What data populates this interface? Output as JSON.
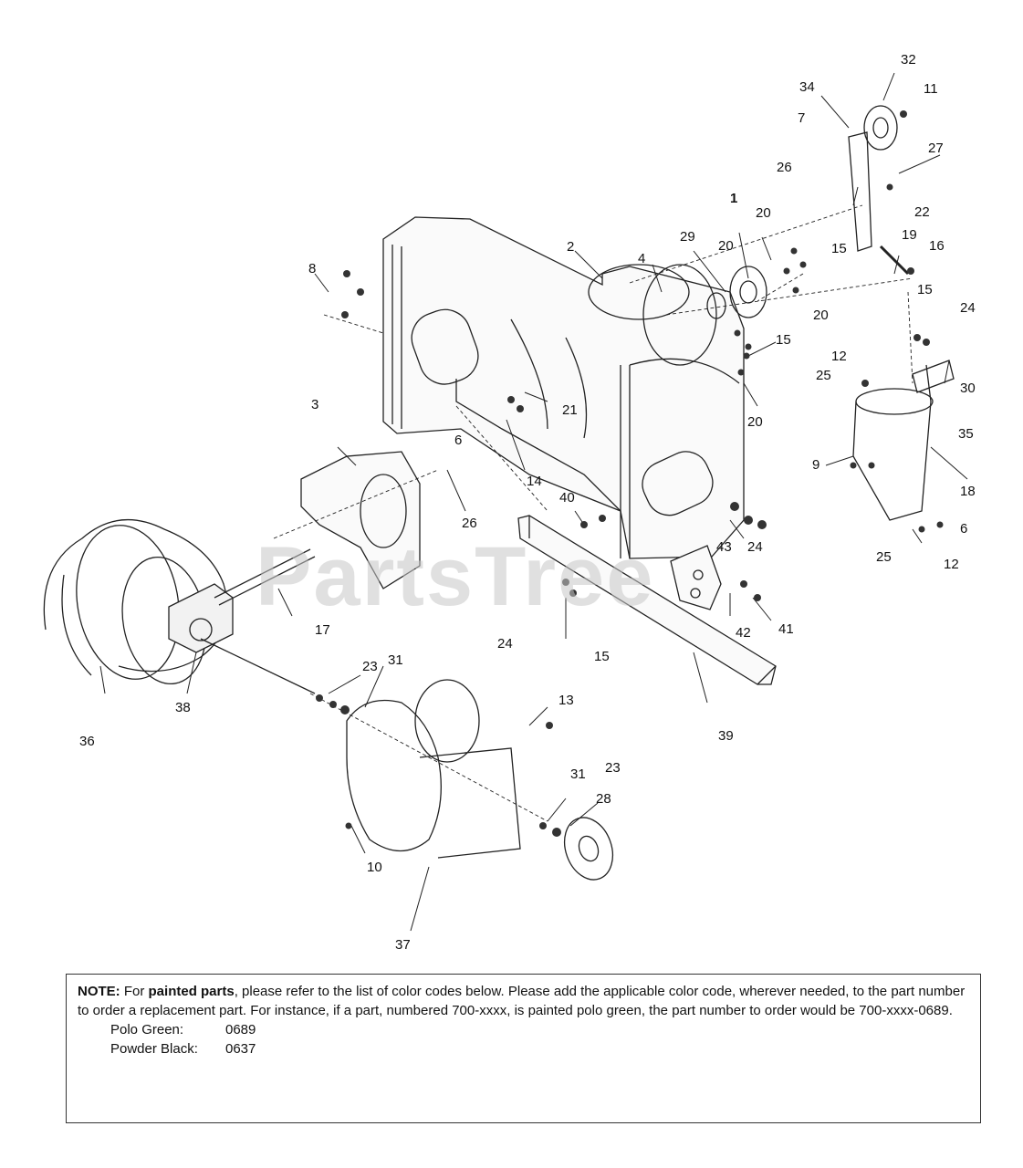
{
  "watermark": "PartsTree",
  "callouts": [
    {
      "id": "c32",
      "text": "32"
    },
    {
      "id": "c34",
      "text": "34"
    },
    {
      "id": "c11",
      "text": "11"
    },
    {
      "id": "c7",
      "text": "7"
    },
    {
      "id": "c27",
      "text": "27"
    },
    {
      "id": "c26a",
      "text": "26"
    },
    {
      "id": "c22",
      "text": "22"
    },
    {
      "id": "c1",
      "text": "1"
    },
    {
      "id": "c20a",
      "text": "20"
    },
    {
      "id": "c19",
      "text": "19"
    },
    {
      "id": "c29",
      "text": "29"
    },
    {
      "id": "c20b",
      "text": "20"
    },
    {
      "id": "c15a",
      "text": "15"
    },
    {
      "id": "c16",
      "text": "16"
    },
    {
      "id": "c2",
      "text": "2"
    },
    {
      "id": "c4",
      "text": "4"
    },
    {
      "id": "c8",
      "text": "8"
    },
    {
      "id": "c15b",
      "text": "15"
    },
    {
      "id": "c24a",
      "text": "24"
    },
    {
      "id": "c20c",
      "text": "20"
    },
    {
      "id": "c15c",
      "text": "15"
    },
    {
      "id": "c12a",
      "text": "12"
    },
    {
      "id": "c30",
      "text": "30"
    },
    {
      "id": "c25a",
      "text": "25"
    },
    {
      "id": "c20d",
      "text": "20"
    },
    {
      "id": "c21",
      "text": "21"
    },
    {
      "id": "c35",
      "text": "35"
    },
    {
      "id": "c3",
      "text": "3"
    },
    {
      "id": "c6a",
      "text": "6"
    },
    {
      "id": "c14",
      "text": "14"
    },
    {
      "id": "c9",
      "text": "9"
    },
    {
      "id": "c18",
      "text": "18"
    },
    {
      "id": "c26b",
      "text": "26"
    },
    {
      "id": "c40",
      "text": "40"
    },
    {
      "id": "c6b",
      "text": "6"
    },
    {
      "id": "c24b",
      "text": "24"
    },
    {
      "id": "c25b",
      "text": "25"
    },
    {
      "id": "c12b",
      "text": "12"
    },
    {
      "id": "c43",
      "text": "43"
    },
    {
      "id": "c17",
      "text": "17"
    },
    {
      "id": "c42",
      "text": "42"
    },
    {
      "id": "c41",
      "text": "41"
    },
    {
      "id": "c24c",
      "text": "24"
    },
    {
      "id": "c15d",
      "text": "15"
    },
    {
      "id": "c23a",
      "text": "23"
    },
    {
      "id": "c31a",
      "text": "31"
    },
    {
      "id": "c36",
      "text": "36"
    },
    {
      "id": "c38",
      "text": "38"
    },
    {
      "id": "c13",
      "text": "13"
    },
    {
      "id": "c39",
      "text": "39"
    },
    {
      "id": "c23b",
      "text": "23"
    },
    {
      "id": "c31b",
      "text": "31"
    },
    {
      "id": "c28",
      "text": "28"
    },
    {
      "id": "c10",
      "text": "10"
    },
    {
      "id": "c37",
      "text": "37"
    }
  ],
  "note": {
    "label": "NOTE:",
    "pre": " For ",
    "bold": "painted parts",
    "body": ", please refer to the list of color codes below. Please add the applicable color code, wherever needed, to the part number to order a replacement part. For instance, if a part, numbered 700-xxxx, is painted polo green, the part number to order would be 700-xxxx-0689.",
    "codes": [
      {
        "name": "Polo Green:",
        "code": "0689"
      },
      {
        "name": "Powder Black:",
        "code": "0637"
      }
    ]
  }
}
